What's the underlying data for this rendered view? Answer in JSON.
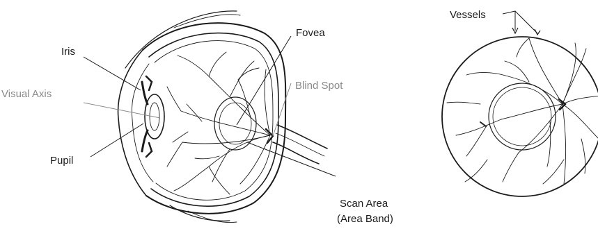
{
  "figure": {
    "labels": {
      "iris": "Iris",
      "visual_axis": "Visual Axis",
      "pupil": "Pupil",
      "fovea": "Fovea",
      "blind_spot": "Blind Spot",
      "scan_area_line1": "Scan Area",
      "scan_area_line2": "(Area Band)",
      "vessels": "Vessels"
    },
    "colors": {
      "ink": "#1b1b1b",
      "grey_label": "#8a8a8a",
      "background": "#ffffff"
    }
  }
}
